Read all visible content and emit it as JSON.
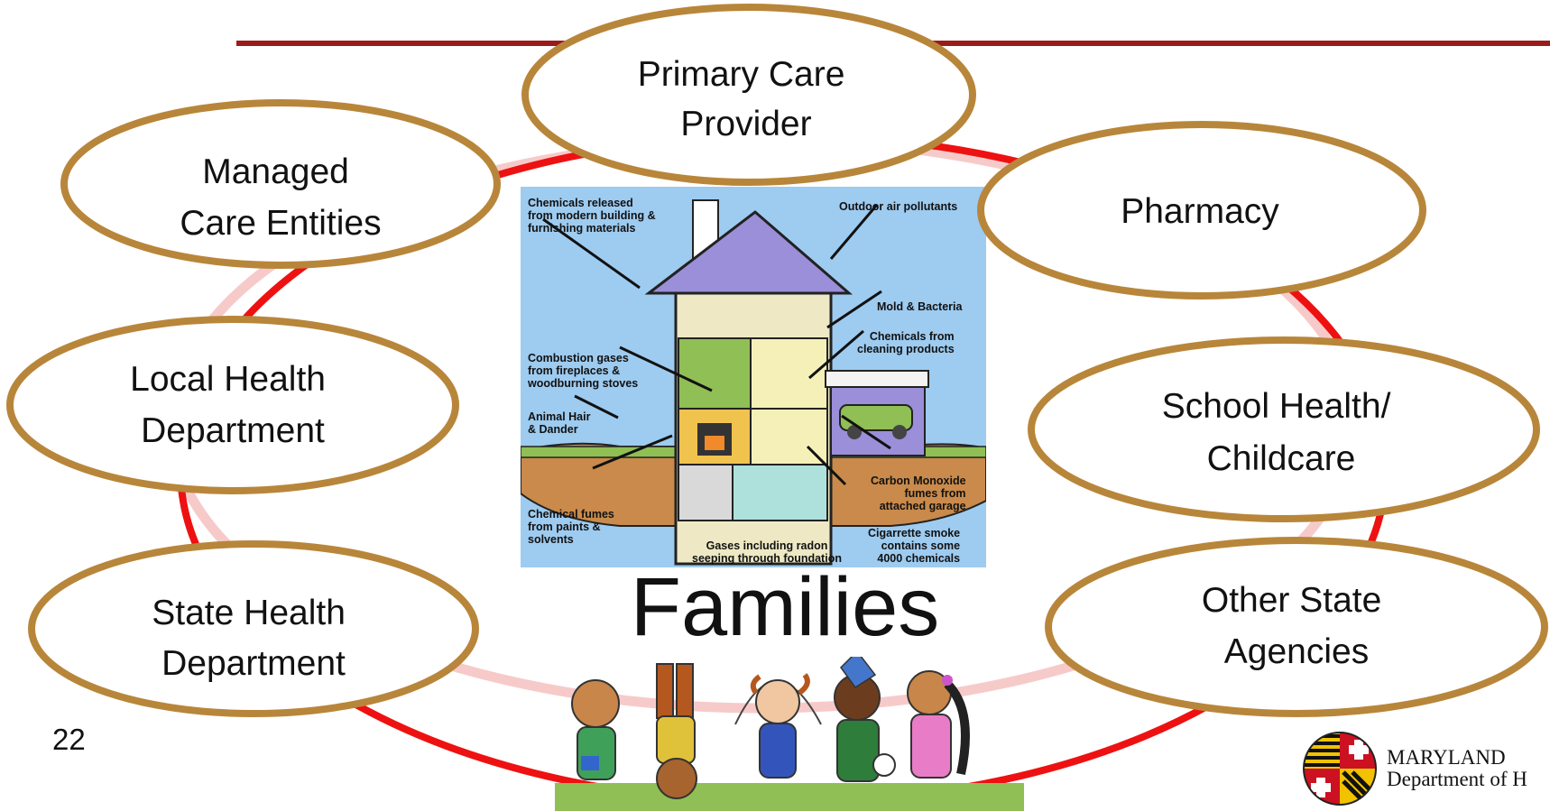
{
  "slide": {
    "page_number": "22",
    "center_label": "Families",
    "colors": {
      "top_rule": "#9b1b1b",
      "main_circle": "#ee1111",
      "faint_circle": "#f6c6c6",
      "ellipse_stroke": "#b8863a",
      "house_bg": "#9ecbf0"
    }
  },
  "nodes": [
    {
      "id": "primary-care-provider",
      "lines": [
        "Primary Care",
        "Provider"
      ]
    },
    {
      "id": "managed-care-entities",
      "lines": [
        "Managed",
        "Care Entities"
      ]
    },
    {
      "id": "pharmacy",
      "lines": [
        "Pharmacy"
      ]
    },
    {
      "id": "local-health-department",
      "lines": [
        "Local Health",
        "Department"
      ]
    },
    {
      "id": "school-health-childcare",
      "lines": [
        "School Health/",
        "Childcare"
      ]
    },
    {
      "id": "state-health-department",
      "lines": [
        "State Health",
        "Department"
      ]
    },
    {
      "id": "other-state-agencies",
      "lines": [
        "Other State",
        "Agencies"
      ]
    }
  ],
  "house_illustration": {
    "labels": [
      [
        "Chemicals released",
        "from modern building &",
        "furnishing materials"
      ],
      [
        "Outdoor air pollutants"
      ],
      [
        "Mold & Bacteria"
      ],
      [
        "Chemicals from",
        "cleaning products"
      ],
      [
        "Combustion gases",
        "from fireplaces &",
        "woodburning stoves"
      ],
      [
        "Animal Hair",
        "& Dander"
      ],
      [
        "Carbon Monoxide",
        "fumes from",
        "attached garage"
      ],
      [
        "Chemical fumes",
        "from paints &",
        "solvents"
      ],
      [
        "Cigarrette smoke",
        "contains some",
        "4000 chemicals"
      ],
      [
        "Gases including radon",
        "seeping through foundation"
      ]
    ]
  },
  "logo": {
    "line1": "MARYLAND",
    "line2": "Department of H"
  }
}
